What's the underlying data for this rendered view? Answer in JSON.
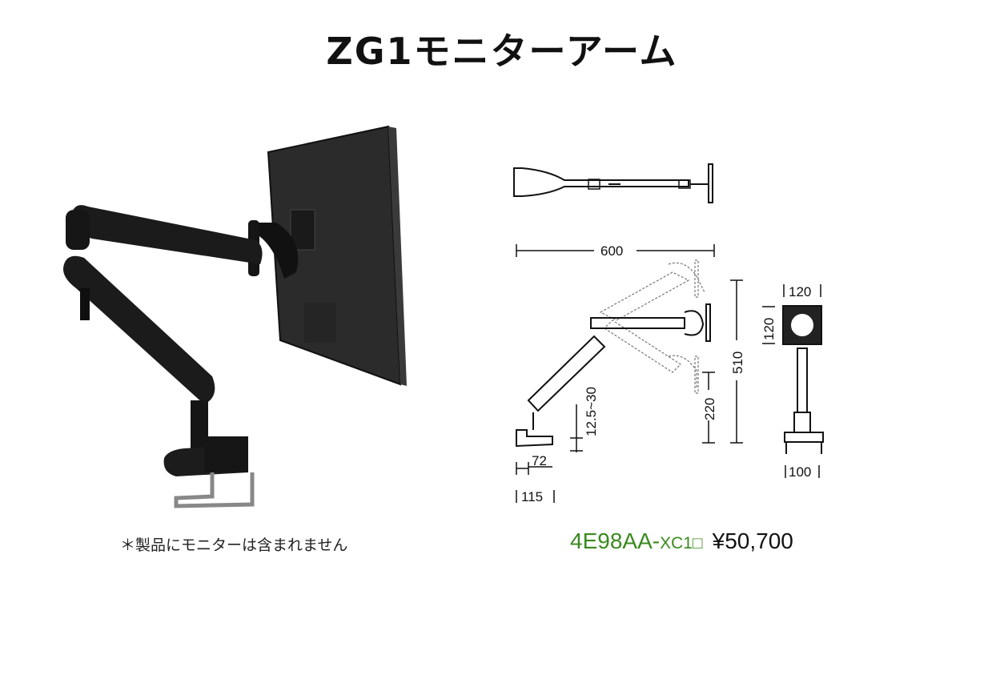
{
  "title": "ZG1モニターアーム",
  "note": "＊製品にモニターは含まれません",
  "model": {
    "code": "4E98AA-",
    "suffix": "XC1□",
    "price": "¥50,700"
  },
  "dimensions": {
    "width_600": "600",
    "height_510": "510",
    "height_220": "220",
    "clamp_range": "12.5~30",
    "base_72": "72",
    "base_115": "115",
    "vesa_w": "120",
    "vesa_h": "120",
    "base_100": "100"
  },
  "colors": {
    "model_green": "#3a8a1e",
    "arm_black": "#1b1b1b"
  }
}
